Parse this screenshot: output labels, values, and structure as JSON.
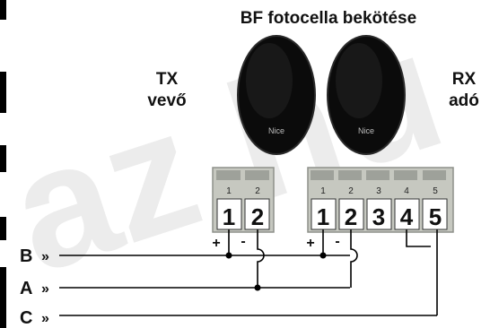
{
  "title": "BF fotocella bekötése",
  "left_device": {
    "line1": "TX",
    "line2": "vevő",
    "brand": "Nice"
  },
  "right_device": {
    "line1": "RX",
    "line2": "adó",
    "brand": "Nice"
  },
  "watermark": "az.hu",
  "tx_terminal": {
    "small_labels": [
      "1",
      "2"
    ],
    "big_labels": [
      "1",
      "2"
    ]
  },
  "rx_terminal": {
    "small_labels": [
      "1",
      "2",
      "3",
      "4",
      "5"
    ],
    "big_labels": [
      "1",
      "2",
      "3",
      "4",
      "5"
    ]
  },
  "polarity": {
    "plus": "+",
    "minus": "-"
  },
  "wires": [
    {
      "label": "B",
      "arrow": "»"
    },
    {
      "label": "A",
      "arrow": "»"
    },
    {
      "label": "C",
      "arrow": "»"
    }
  ],
  "colors": {
    "lens_dark": "#0e0e0e",
    "lens_edge": "#3a3a3a",
    "terminal_body": "#c6c8c0",
    "terminal_shadow": "#8e918a",
    "line": "#000000",
    "watermark": "#e9e9e9"
  }
}
